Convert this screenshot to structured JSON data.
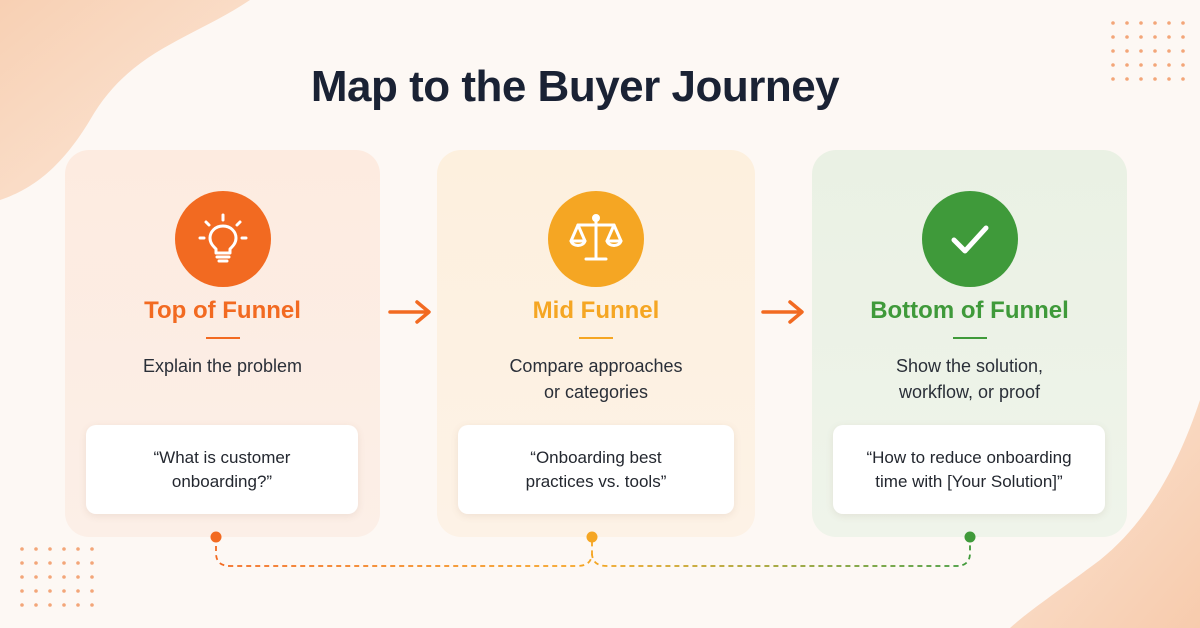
{
  "title": "Map to the Buyer Journey",
  "colors": {
    "top": "#f26a21",
    "mid": "#f5a623",
    "bottom": "#3f9a3a",
    "title": "#1a2234"
  },
  "stages": [
    {
      "icon": "lightbulb-icon",
      "title": "Top of Funnel",
      "description": [
        "Explain the problem"
      ],
      "example": [
        "“What is customer",
        "onboarding?”"
      ]
    },
    {
      "icon": "scales-icon",
      "title": "Mid Funnel",
      "description": [
        "Compare approaches",
        "or categories"
      ],
      "example": [
        "“Onboarding best",
        "practices vs. tools”"
      ]
    },
    {
      "icon": "checkmark-icon",
      "title": "Bottom of Funnel",
      "description": [
        "Show the solution,",
        "workflow, or proof"
      ],
      "example": [
        "“How to reduce onboarding",
        "time with [Your Solution]”"
      ]
    }
  ]
}
